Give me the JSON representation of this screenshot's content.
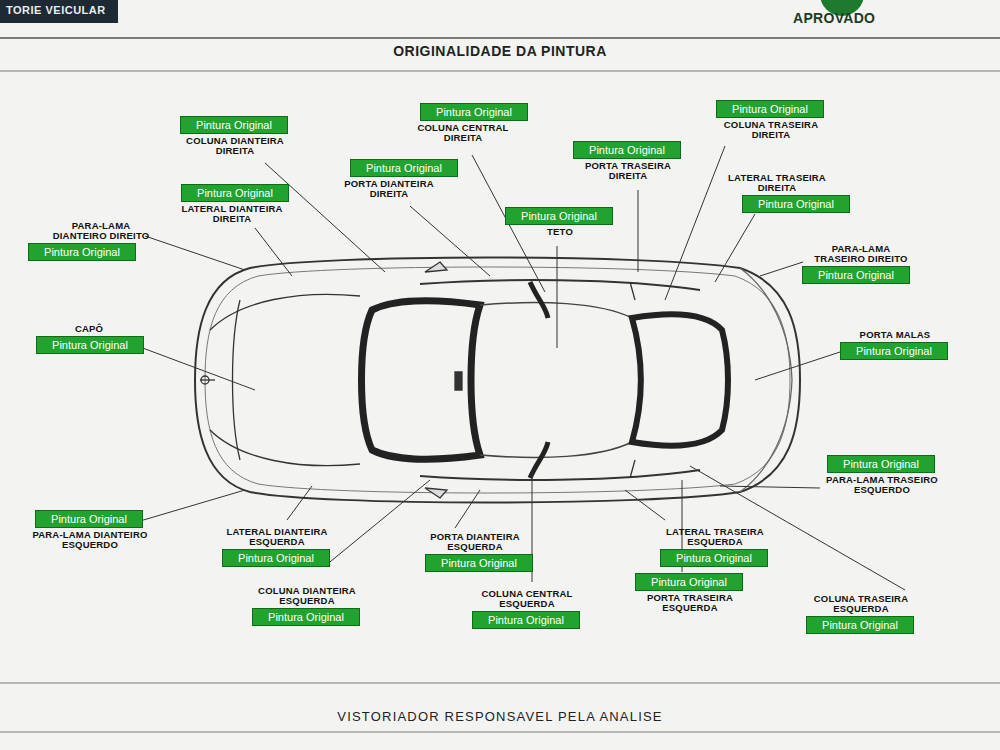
{
  "diagram": {
    "title": "ORIGINALIDADE DA PINTURA",
    "nodes": [
      {
        "text": [
          "Pintura Original",
          "COLUNA DIANTEIRA DIREITA"
        ]
      },
      {
        "text": [
          "Pintura Original",
          "COLUNA CENTRAL DIREITA"
        ]
      },
      {
        "text": [
          "Pintura Original",
          "COLUNA TRASEIRA DIREITA"
        ]
      },
      {
        "text": [
          "Pintura Original",
          "PORTA DIANTEIRA DIREITA"
        ]
      },
      {
        "text": [
          "Pintura Original",
          "PORTA TRASEIRA DIREITA"
        ]
      },
      {
        "text": [
          "LATERAL TRASEIRA DIREITA",
          "Pintura Original"
        ]
      },
      {
        "text": [
          "Pintura Original",
          "LATERAL DIANTEIRA DIREITA"
        ]
      },
      {
        "text": [
          "Pintura Original",
          "TETO"
        ]
      },
      {
        "text": [
          "PARA-LAMA DIANTEIRO DIREITO",
          "Pintura Original"
        ]
      },
      {
        "text": [
          "PARA-LAMA TRASEIRO DIREITO",
          "Pintura Original"
        ]
      },
      {
        "text": [
          "CAPÔ",
          "Pintura Original"
        ]
      },
      {
        "text": [
          "PORTA MALAS",
          "Pintura Original"
        ]
      },
      {
        "text": [
          "Pintura Original",
          "PARA-LAMA TRASEIRO ESQUERDO"
        ]
      },
      {
        "text": [
          "Pintura Original",
          "PARA-LAMA DIANTEIRO ESQUERDO"
        ]
      },
      {
        "text": [
          "LATERAL DIANTEIRA ESQUERDA",
          "Pintura Original"
        ]
      },
      {
        "text": [
          "LATERAL TRASEIRA ESQUERDA",
          "Pintura Original"
        ]
      },
      {
        "text": [
          "PORTA DIANTEIRA ESQUERDA",
          "Pintura Original"
        ]
      },
      {
        "text": [
          "Pintura Original",
          "PORTA TRASEIRA ESQUERDA"
        ]
      },
      {
        "text": [
          "COLUNA DIANTEIRA ESQUERDA",
          "Pintura Original"
        ]
      },
      {
        "text": [
          "COLUNA CENTRAL ESQUERDA",
          "Pintura Original"
        ]
      },
      {
        "text": [
          "COLUNA TRASEIRA ESQUERDA",
          "Pintura Original"
        ]
      }
    ],
    "labels": [
      "TORIE VEICULAR",
      "APROVADO",
      "VISTORIADOR RESPONSAVEL PELA ANALISE"
    ]
  }
}
